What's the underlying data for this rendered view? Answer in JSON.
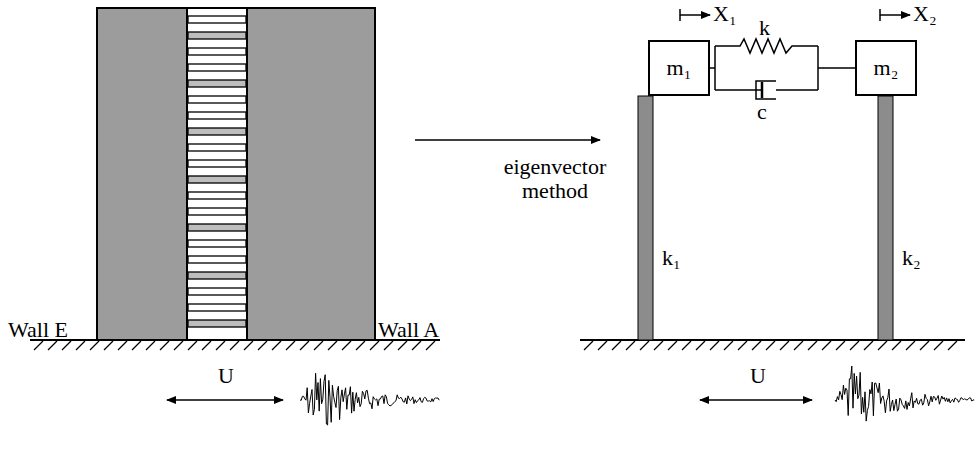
{
  "diagram": {
    "nodes": [
      {
        "text": [
          "m₁"
        ]
      },
      {
        "text": [
          "m₂"
        ]
      }
    ],
    "edges": [
      {
        "from": 0,
        "to": 1,
        "arrow": "none"
      }
    ],
    "labels": [
      "Wall E",
      "Wall A",
      "U",
      "eigenvector method",
      "X₁",
      "k",
      "X₂",
      "c",
      "k₁",
      "k₂",
      "U"
    ]
  }
}
